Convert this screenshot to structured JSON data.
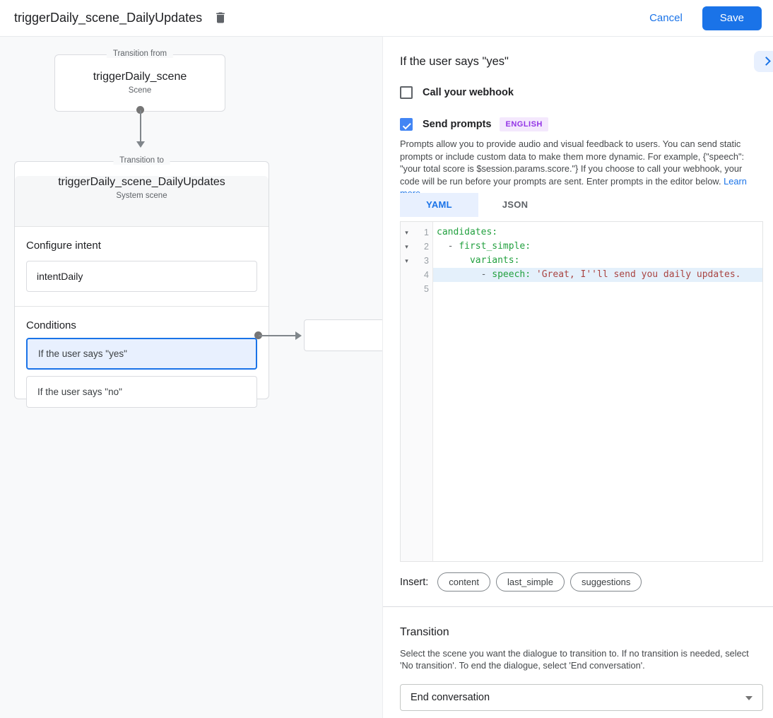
{
  "topbar": {
    "title": "triggerDaily_scene_DailyUpdates",
    "cancel_label": "Cancel",
    "save_label": "Save"
  },
  "diagram": {
    "from_box": {
      "frame_label": "Transition from",
      "title": "triggerDaily_scene",
      "subtitle": "Scene"
    },
    "to_card": {
      "frame_label": "Transition to",
      "title": "triggerDaily_scene_DailyUpdates",
      "subtitle": "System scene",
      "intent_heading": "Configure intent",
      "intent_value": "intentDaily",
      "conditions_heading": "Conditions",
      "conditions": [
        {
          "label": "If the user says \"yes\"",
          "selected": true
        },
        {
          "label": "If the user says \"no\"",
          "selected": false
        }
      ]
    }
  },
  "panel": {
    "title": "If the user says \"yes\"",
    "webhook": {
      "label": "Call your webhook",
      "checked": false
    },
    "prompts": {
      "label": "Send prompts",
      "checked": true,
      "badge": "ENGLISH"
    },
    "description": "Prompts allow you to provide audio and visual feedback to users. You can send static prompts or include custom data to make them more dynamic. For example, {\"speech\": \"your total score is $session.params.score.\"} If you choose to call your webhook, your code will be run before your prompts are sent. Enter prompts in the editor below.",
    "learn_more_label": "Learn more",
    "tabs": [
      {
        "label": "YAML",
        "active": true
      },
      {
        "label": "JSON",
        "active": false
      }
    ],
    "editor": {
      "lines": [
        {
          "number": "1",
          "fold": true,
          "highlight": false,
          "tokens": [
            {
              "text": "candidates:",
              "type": "key"
            }
          ]
        },
        {
          "number": "2",
          "fold": true,
          "highlight": false,
          "tokens": [
            {
              "text": "  - ",
              "type": "punc"
            },
            {
              "text": "first_simple:",
              "type": "key"
            }
          ]
        },
        {
          "number": "3",
          "fold": true,
          "highlight": false,
          "tokens": [
            {
              "text": "      ",
              "type": "punc"
            },
            {
              "text": "variants:",
              "type": "key"
            }
          ]
        },
        {
          "number": "4",
          "fold": false,
          "highlight": true,
          "tokens": [
            {
              "text": "        - ",
              "type": "punc"
            },
            {
              "text": "speech: ",
              "type": "key"
            },
            {
              "text": "'Great, I''ll send you daily updates.",
              "type": "string"
            }
          ]
        },
        {
          "number": "5",
          "fold": false,
          "highlight": false,
          "tokens": []
        }
      ]
    },
    "insert_label": "Insert:",
    "insert_chips": [
      "content",
      "last_simple",
      "suggestions"
    ],
    "transition": {
      "heading": "Transition",
      "description": "Select the scene you want the dialogue to transition to. If no transition is needed, select 'No transition'. To end the dialogue, select 'End conversation'.",
      "dropdown_value": "End conversation"
    }
  },
  "icons": {
    "delete": "trash-icon",
    "collapse": "chevron-right-icon",
    "dropdown": "caret-down-icon",
    "fold": "triangle-down-icon",
    "checked": "checkmark-icon"
  },
  "colors": {
    "accent_blue": "#1a73e8",
    "checkbox_blue": "#4285f4",
    "selection_blue_bg": "#e8f0fe",
    "badge_purple_bg": "#f4e8fd",
    "badge_purple_text": "#9334e6",
    "code_key_green": "#22a03f",
    "code_string_red": "#a94442",
    "code_highlight_bg": "#e4f0fb",
    "panel_gray_bg": "#f8f9fa"
  }
}
